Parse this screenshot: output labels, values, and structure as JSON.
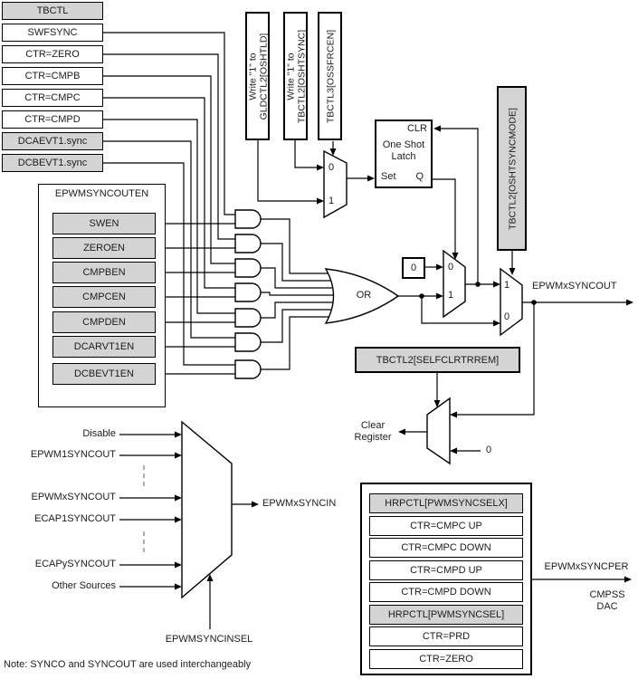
{
  "colors": {
    "shaded_fill": "#d4d4d4",
    "line": "#000000",
    "background": "#ffffff",
    "dashed_gray": "#8a8a8a"
  },
  "note": "Note: SYNCO and SYNCOUT are used interchangeably",
  "event_stack": {
    "header": "TBCTL",
    "rows": [
      "SWFSYNC",
      "CTR=ZERO",
      "CTR=CMPB",
      "CTR=CMPC",
      "CTR=CMPD",
      "DCAEVT1.sync",
      "DCBEVT1.sync"
    ]
  },
  "syncout_enable": {
    "title": "EPWMSYNCOUTEN",
    "rows": [
      "SWEN",
      "ZEROEN",
      "CMPBEN",
      "CMPCEN",
      "CMPDEN",
      "DCARVT1EN",
      "DCBEVT1EN"
    ]
  },
  "force_boxes": {
    "gld_line1": "Write \"1\" to",
    "gld_line2": "GLDCTL2[OSHTLD]",
    "osht_line1": "Write \"1\" to",
    "osht_line2": "TBCTL2[OSHTSYNC]",
    "ossfrc": "TBCTL3[OSSFRCEN]"
  },
  "one_shot_latch": {
    "clr": "CLR",
    "name_line1": "One Shot",
    "name_line2": "Latch",
    "set": "Set",
    "q": "Q"
  },
  "or_gate": {
    "label": "OR"
  },
  "zero_const": {
    "value": "0"
  },
  "mux_oneshot": {
    "in0": "0",
    "in1": "1"
  },
  "mux_selfclr_feed": {
    "in0": "0",
    "in1": "1"
  },
  "mux_syncout": {
    "in_top": "1",
    "in_bottom": "0",
    "select": "TBCTL2[OSHTSYNCMODE]",
    "output": "EPWMxSYNCOUT"
  },
  "clear_path": {
    "select": "TBCTL2[SELFCLRTRREM]",
    "out_line1": "Clear",
    "out_line2": "Register",
    "const": "0"
  },
  "syncin_mux": {
    "inputs": [
      "Disable",
      "EPWM1SYNCOUT",
      "EPWMxSYNCOUT",
      "ECAP1SYNCOUT",
      "ECAPySYNCOUT",
      "Other Sources"
    ],
    "output": "EPWMxSYNCIN",
    "select": "EPWMSYNCINSEL"
  },
  "syncper": {
    "rows": [
      "HRPCTL[PWMSYNCSELX]",
      "CTR=CMPC UP",
      "CTR=CMPC DOWN",
      "CTR=CMPD UP",
      "CTR=CMPD DOWN",
      "HRPCTL[PWMSYNCSEL]",
      "CTR=PRD",
      "CTR=ZERO"
    ],
    "output": "EPWMxSYNCPER",
    "dest_line1": "CMPSS",
    "dest_line2": "DAC"
  }
}
